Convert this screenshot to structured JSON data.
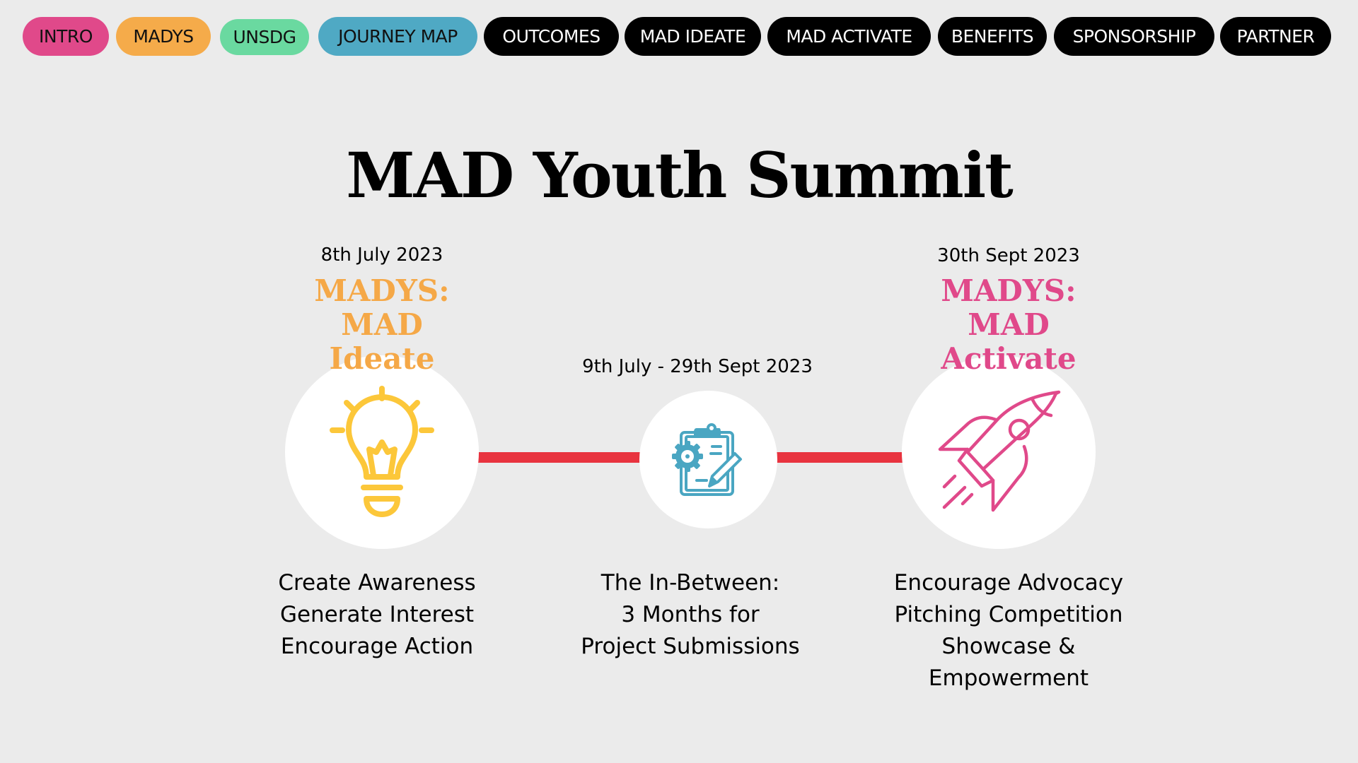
{
  "nav": {
    "items": [
      {
        "label": "INTRO",
        "color": "#E0498A",
        "style": "light"
      },
      {
        "label": "MADYS",
        "color": "#F5AB4A",
        "style": "light"
      },
      {
        "label": "UNSDG",
        "color": "#6AD9A0",
        "style": "light"
      },
      {
        "label": "JOURNEY MAP",
        "color": "#4FA9C4",
        "style": "light"
      },
      {
        "label": "OUTCOMES",
        "color": "#000000",
        "style": "dark"
      },
      {
        "label": "MAD IDEATE",
        "color": "#000000",
        "style": "dark"
      },
      {
        "label": "MAD ACTIVATE",
        "color": "#000000",
        "style": "dark"
      },
      {
        "label": "BENEFITS",
        "color": "#000000",
        "style": "dark"
      },
      {
        "label": "SPONSORSHIP",
        "color": "#000000",
        "style": "dark"
      },
      {
        "label": "PARTNER",
        "color": "#000000",
        "style": "dark"
      }
    ]
  },
  "title": "MAD Youth Summit",
  "colors": {
    "background": "#EBEBEB",
    "timeline": "#E8333F",
    "ideate": "#F5A847",
    "activate": "#E0498A",
    "bulb": "#FCC73A",
    "clipboard": "#4AA6C2",
    "rocket": "#E0498A"
  },
  "stages": [
    {
      "date": "8th July 2023",
      "heading": [
        "MADYS:",
        "MAD",
        "Ideate"
      ],
      "icon": "lightbulb-icon",
      "description": [
        "Create Awareness",
        "Generate Interest",
        "Encourage Action"
      ]
    },
    {
      "date": "9th July - 29th Sept 2023",
      "heading": [],
      "icon": "clipboard-gear-icon",
      "description": [
        "The In-Between:",
        "3 Months for",
        "Project Submissions"
      ]
    },
    {
      "date": "30th Sept 2023",
      "heading": [
        "MADYS:",
        "MAD",
        "Activate"
      ],
      "icon": "rocket-icon",
      "description": [
        "Encourage Advocacy",
        "Pitching Competition",
        "Showcase &",
        "Empowerment"
      ]
    }
  ]
}
